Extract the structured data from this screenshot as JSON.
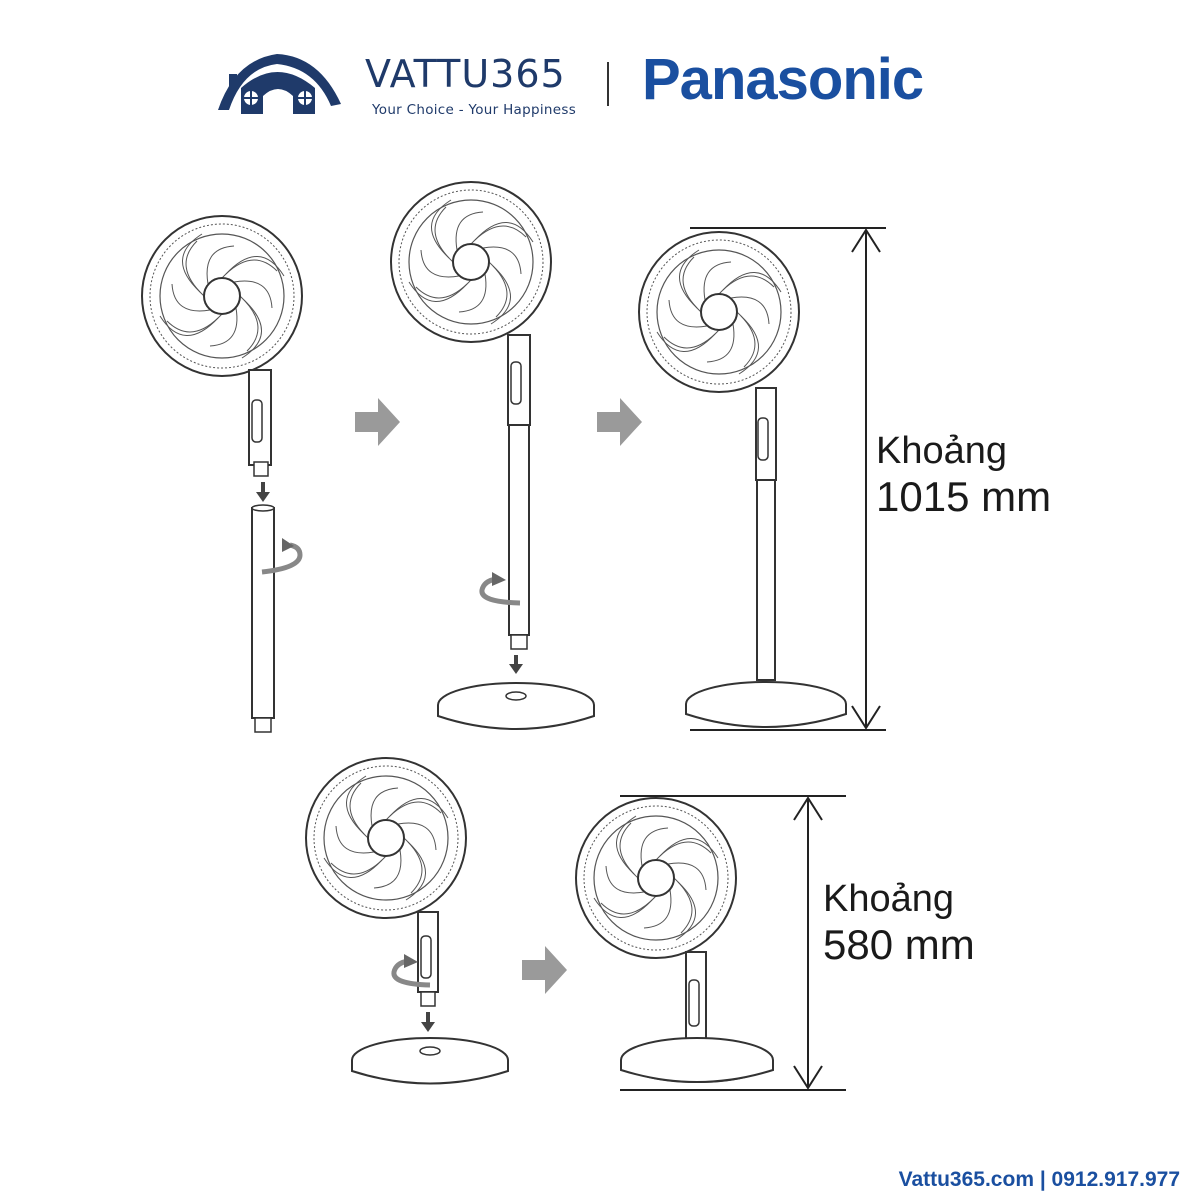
{
  "header": {
    "brand_name": "VATTU365",
    "brand_tagline": "Your Choice - Your Happiness",
    "partner_brand": "Panasonic",
    "brand_color": "#1f3a6a",
    "partner_color": "#1a4fa0"
  },
  "dimensions": {
    "tall": {
      "word": "Khoảng",
      "value": "1015 mm"
    },
    "short": {
      "word": "Khoảng",
      "value": "580 mm"
    }
  },
  "footer": {
    "contact": "Vattu365.com | 0912.917.977"
  },
  "icons": [
    "house-logo-icon",
    "fan-head-icon",
    "step-arrow-icon",
    "rotate-arrow-icon",
    "down-arrow-icon",
    "dimension-arrow-icon"
  ],
  "colors": {
    "line": "#333333",
    "arrow_gray": "#9a9a9a",
    "dark_arrow": "#444444"
  }
}
